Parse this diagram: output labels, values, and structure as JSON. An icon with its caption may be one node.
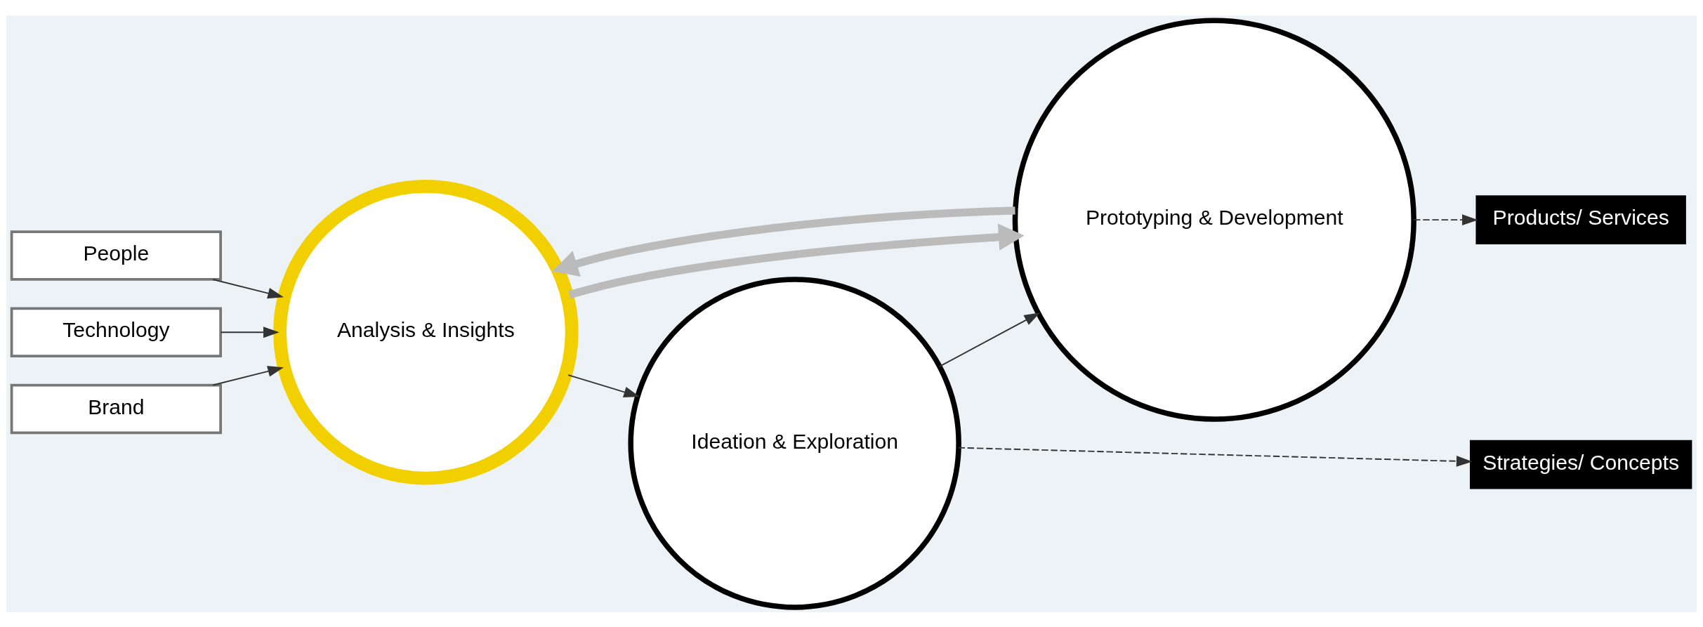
{
  "diagram": {
    "nodes": [
      {
        "text": [
          "People"
        ]
      },
      {
        "text": [
          "Technology"
        ]
      },
      {
        "text": [
          "Brand"
        ]
      },
      {
        "text": [
          "Analysis & Insights"
        ]
      },
      {
        "text": [
          "Ideation & Exploration"
        ]
      },
      {
        "text": [
          "Prototyping & Development"
        ]
      },
      {
        "text": [
          "Strategies/ Concepts"
        ]
      },
      {
        "text": [
          "Products/ Services"
        ]
      }
    ],
    "edges": [
      {
        "from": 0,
        "to": 3,
        "arrow": "to"
      },
      {
        "from": 1,
        "to": 3,
        "arrow": "to"
      },
      {
        "from": 2,
        "to": 3,
        "arrow": "to"
      },
      {
        "from": 3,
        "to": 4,
        "arrow": "to"
      },
      {
        "from": 4,
        "to": 5,
        "arrow": "to"
      },
      {
        "from": 3,
        "to": 5,
        "arrow": "to",
        "style": "thick",
        "color": "#bbbbbb"
      },
      {
        "from": 5,
        "to": 3,
        "arrow": "to",
        "style": "thick",
        "color": "#bbbbbb"
      },
      {
        "from": 4,
        "to": 6,
        "arrow": "to",
        "style": "dashed"
      },
      {
        "from": 5,
        "to": 7,
        "arrow": "to",
        "style": "dashed"
      }
    ]
  }
}
